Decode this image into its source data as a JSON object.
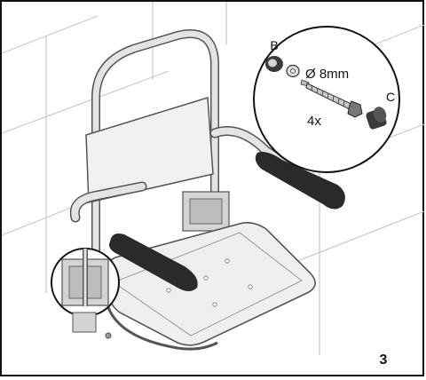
{
  "callout": {
    "label_b": "B",
    "label_c": "C",
    "diameter": "Ø 8mm",
    "quantity": "4x"
  },
  "step_number": "3",
  "colors": {
    "frame_border": "#111111",
    "wall_lines": "#c8c8c8",
    "metal_frame": "#d9d9d9",
    "metal_outline": "#555555",
    "seat_fill": "#efefef",
    "armrest_pad": "#2a2a2a"
  }
}
